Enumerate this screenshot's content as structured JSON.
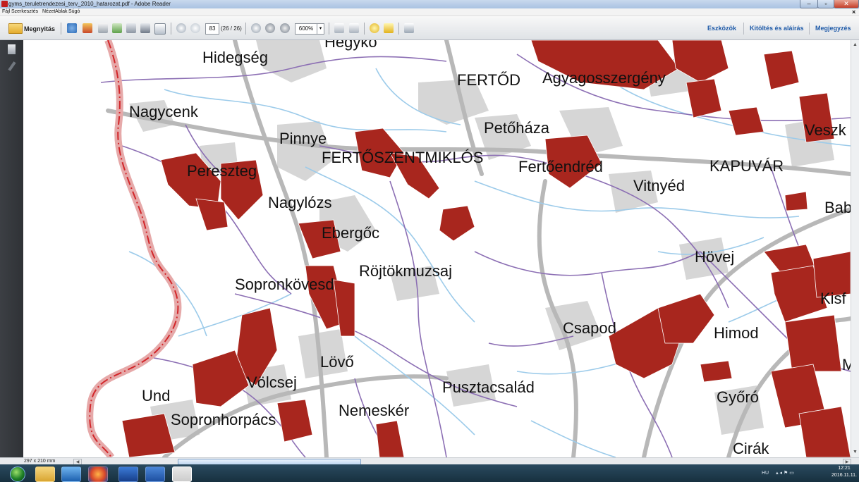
{
  "window": {
    "title": "gyms_teruletrendezesi_terv_2010_hatarozat.pdf - Adobe Reader"
  },
  "menu": [
    "Fájl",
    "Szerkesztés",
    "Nézet",
    "Ablak",
    "Súgó"
  ],
  "toolbar": {
    "open_label": "Megnyitás",
    "page_number": "83",
    "page_count": "(26 / 26)",
    "zoom": "600%",
    "right_tabs": [
      "Eszközök",
      "Kitöltés és aláírás",
      "Megjegyzés"
    ]
  },
  "map": {
    "places": [
      {
        "name": "Hegykő"
      },
      {
        "name": "Hidegség"
      },
      {
        "name": "FERTŐD"
      },
      {
        "name": "Agyagosszergény"
      },
      {
        "name": "Nagycenk"
      },
      {
        "name": "Petőháza"
      },
      {
        "name": "Veszk"
      },
      {
        "name": "Pinnye"
      },
      {
        "name": "FERTŐSZENTMIKLÓS"
      },
      {
        "name": "Fertőendréd"
      },
      {
        "name": "KAPUVÁR"
      },
      {
        "name": "Pereszteg"
      },
      {
        "name": "Vitnyéd"
      },
      {
        "name": "Nagylózs"
      },
      {
        "name": "Bab"
      },
      {
        "name": "Ebergőc"
      },
      {
        "name": "Hövej"
      },
      {
        "name": "Röjtökmuzsaj"
      },
      {
        "name": "Sopronkövesd"
      },
      {
        "name": "Kisf"
      },
      {
        "name": "Csapod"
      },
      {
        "name": "Himod"
      },
      {
        "name": "Lövő"
      },
      {
        "name": "M"
      },
      {
        "name": "Völcsej"
      },
      {
        "name": "Pusztacsalád"
      },
      {
        "name": "Und"
      },
      {
        "name": "Győró"
      },
      {
        "name": "Nemeskér"
      },
      {
        "name": "Sopronhorpács"
      },
      {
        "name": "Cirák"
      }
    ],
    "colors": {
      "zone": "#a8261e",
      "water": "#9ccbea",
      "boundary": "#8c6fb4",
      "road": "#b8b8b8",
      "urban": "#d6d6d6",
      "border_glow": "#e6a9a9",
      "border_dash": "#d2262a"
    }
  },
  "status": {
    "page_size": "297 x 210 mm"
  },
  "taskbar": {
    "language": "HU",
    "time": "12:21",
    "date": "2016.11.11."
  }
}
